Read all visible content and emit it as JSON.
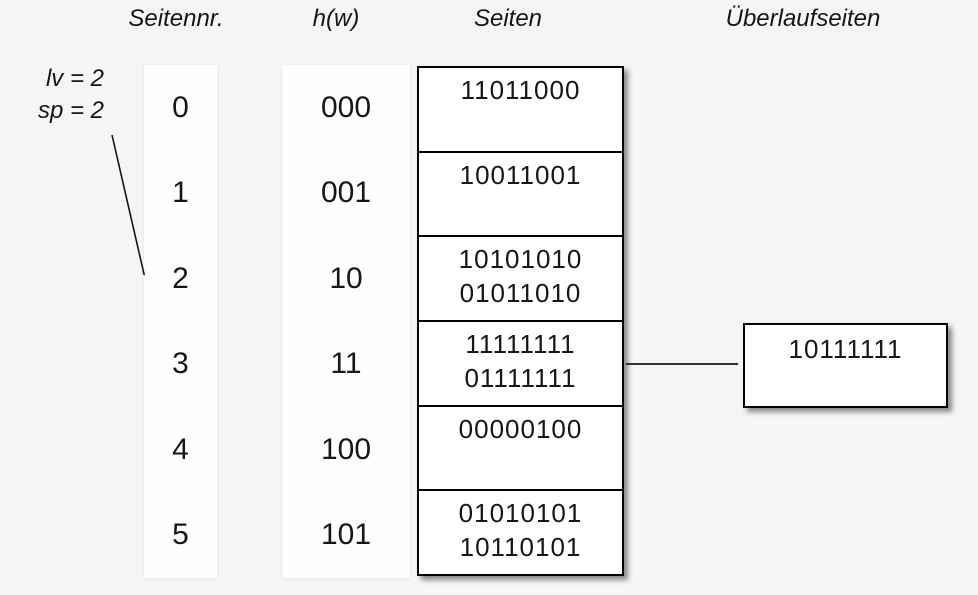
{
  "colors": {
    "background": "#f5f5f5",
    "ink": "#161616",
    "box_fill": "#ffffff",
    "border": "#000000"
  },
  "headers": {
    "seitennr": "Seitennr.",
    "hw": "h(w)",
    "seiten": "Seiten",
    "ueberlauf": "Überlaufseiten"
  },
  "annotation": {
    "line1": "lv = 2",
    "line2": "sp = 2",
    "points_to_bucket_nr": "2"
  },
  "buckets": [
    {
      "nr": "0",
      "hash": "000",
      "entries": [
        "11011000"
      ]
    },
    {
      "nr": "1",
      "hash": "001",
      "entries": [
        "10011001"
      ]
    },
    {
      "nr": "2",
      "hash": "10",
      "entries": [
        "10101010",
        "01011010"
      ]
    },
    {
      "nr": "3",
      "hash": "11",
      "entries": [
        "11111111",
        "01111111"
      ]
    },
    {
      "nr": "4",
      "hash": "100",
      "entries": [
        "00000100"
      ]
    },
    {
      "nr": "5",
      "hash": "101",
      "entries": [
        "01010101",
        "10110101"
      ]
    }
  ],
  "overflow": {
    "from_bucket_nr": "3",
    "entries": [
      "10111111"
    ]
  }
}
